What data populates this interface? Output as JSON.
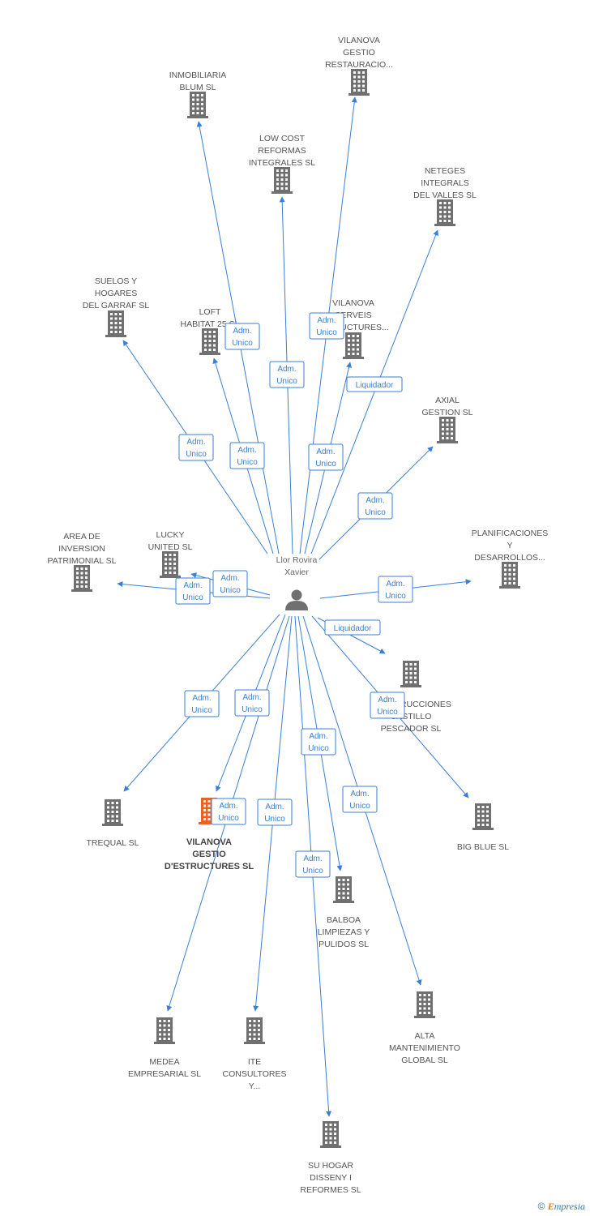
{
  "colors": {
    "edge": "#3a7fd5",
    "node": "#707070",
    "main_node": "#e8622c"
  },
  "center": {
    "label_lines": [
      "Llor Rovira",
      "Xavier"
    ]
  },
  "companies": [
    {
      "id": "inmobiliaria",
      "label_lines": [
        "INMOBILIARIA",
        "BLUM SL"
      ]
    },
    {
      "id": "vilanova-rest",
      "label_lines": [
        "VILANOVA",
        "GESTIO",
        "RESTAURACIO..."
      ]
    },
    {
      "id": "lowcost",
      "label_lines": [
        "LOW COST",
        "REFORMAS",
        "INTEGRALES SL"
      ]
    },
    {
      "id": "neteges",
      "label_lines": [
        "NETEGES",
        "INTEGRALS",
        "DEL VALLES SL"
      ]
    },
    {
      "id": "suelos",
      "label_lines": [
        "SUELOS Y",
        "HOGARES",
        "DEL GARRAF SL"
      ]
    },
    {
      "id": "loft",
      "label_lines": [
        "LOFT",
        "HABITAT 25 SL"
      ]
    },
    {
      "id": "vilanova-serveis",
      "label_lines": [
        "VILANOVA",
        "SERVEIS",
        "ESTRUCTURES..."
      ]
    },
    {
      "id": "axial",
      "label_lines": [
        "AXIAL",
        "GESTION SL"
      ]
    },
    {
      "id": "area",
      "label_lines": [
        "AREA DE",
        "INVERSION",
        "PATRIMONIAL SL"
      ]
    },
    {
      "id": "lucky",
      "label_lines": [
        "LUCKY",
        "UNITED SL"
      ]
    },
    {
      "id": "planificaciones",
      "label_lines": [
        "PLANIFICACIONES",
        "Y",
        "DESARROLLOS..."
      ]
    },
    {
      "id": "construcciones",
      "label_lines": [
        "CONSTRUCCIONES",
        "CASTILLO",
        "PESCADOR SL"
      ]
    },
    {
      "id": "trequal",
      "label_lines": [
        "TREQUAL SL"
      ]
    },
    {
      "id": "vilanova-main",
      "label_lines": [
        "VILANOVA",
        "GESTIO",
        "D'ESTRUCTURES SL"
      ],
      "main": true
    },
    {
      "id": "bigblue",
      "label_lines": [
        "BIG BLUE SL"
      ]
    },
    {
      "id": "balboa",
      "label_lines": [
        "BALBOA",
        "LIMPIEZAS Y",
        "PULIDOS SL"
      ]
    },
    {
      "id": "medea",
      "label_lines": [
        "MEDEA",
        "EMPRESARIAL SL"
      ]
    },
    {
      "id": "ite",
      "label_lines": [
        "ITE",
        "CONSULTORES",
        "Y..."
      ]
    },
    {
      "id": "alta",
      "label_lines": [
        "ALTA",
        "MANTENIMIENTO",
        "GLOBAL  SL"
      ]
    },
    {
      "id": "suhogar",
      "label_lines": [
        "SU HOGAR",
        "DISSENY I",
        "REFORMES SL"
      ]
    }
  ],
  "edges": [
    {
      "to": "inmobiliaria",
      "role_lines": [
        "Adm.",
        "Unico"
      ]
    },
    {
      "to": "vilanova-rest",
      "role_lines": [
        "Adm.",
        "Unico"
      ]
    },
    {
      "to": "lowcost",
      "role_lines": [
        "Adm.",
        "Unico"
      ]
    },
    {
      "to": "neteges",
      "role_lines": [
        "Liquidador"
      ]
    },
    {
      "to": "suelos",
      "role_lines": [
        "Adm.",
        "Unico"
      ]
    },
    {
      "to": "loft",
      "role_lines": [
        "Adm.",
        "Unico"
      ]
    },
    {
      "to": "vilanova-serveis",
      "role_lines": [
        "Adm.",
        "Unico"
      ]
    },
    {
      "to": "axial",
      "role_lines": [
        "Adm.",
        "Unico"
      ]
    },
    {
      "to": "area",
      "role_lines": [
        "Adm.",
        "Unico"
      ]
    },
    {
      "to": "lucky",
      "role_lines": [
        "Adm.",
        "Unico"
      ]
    },
    {
      "to": "planificaciones",
      "role_lines": [
        "Adm.",
        "Unico"
      ]
    },
    {
      "to": "construcciones",
      "role_lines": [
        "Liquidador"
      ]
    },
    {
      "to": "trequal",
      "role_lines": [
        "Adm.",
        "Unico"
      ]
    },
    {
      "to": "vilanova-main",
      "role_lines": [
        "Adm.",
        "Unico"
      ]
    },
    {
      "to": "bigblue",
      "role_lines": [
        "Adm.",
        "Unico"
      ]
    },
    {
      "to": "balboa",
      "role_lines": [
        "Adm.",
        "Unico"
      ]
    },
    {
      "to": "medea",
      "role_lines": [
        "Adm.",
        "Unico"
      ]
    },
    {
      "to": "ite",
      "role_lines": [
        "Adm.",
        "Unico"
      ]
    },
    {
      "to": "alta",
      "role_lines": [
        "Adm.",
        "Unico"
      ]
    },
    {
      "to": "suhogar",
      "role_lines": [
        "Adm.",
        "Unico"
      ]
    }
  ],
  "copyright": {
    "symbol": "©",
    "brand": "mpresia",
    "brand_initial": "E"
  }
}
